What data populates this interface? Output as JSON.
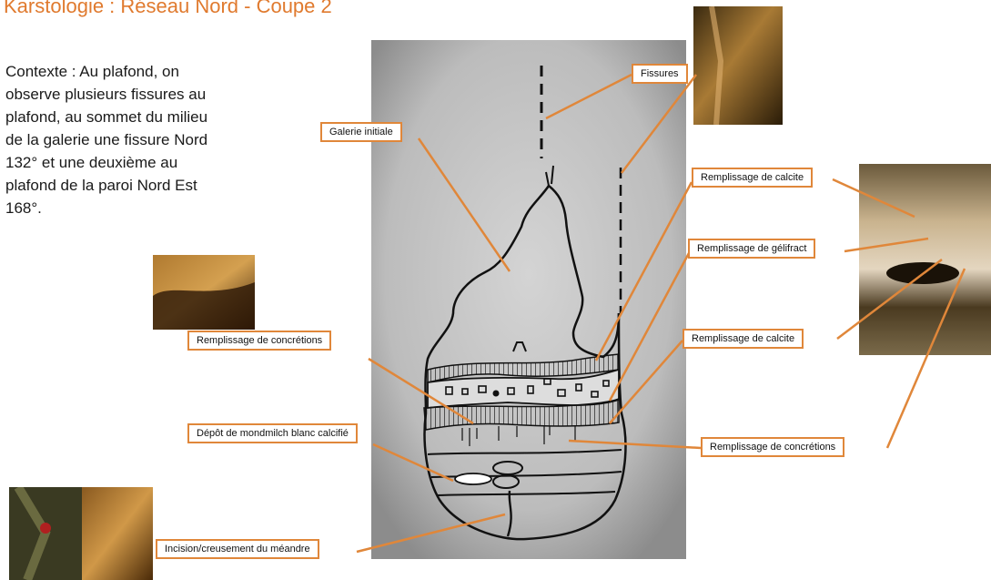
{
  "title": "Karstologie : Réseau Nord - Coupe 2",
  "context": "Contexte : Au plafond, on observe plusieurs fissures au plafond, au sommet du milieu de la galerie une fissure Nord 132° et une deuxième au plafond de la paroi Nord Est 168°.",
  "labels": {
    "fissures": "Fissures",
    "galerie_initiale": "Galerie initiale",
    "remplissage_calcite_1": "Remplissage de calcite",
    "remplissage_gelifract": "Remplissage de gélifract",
    "remplissage_calcite_2": "Remplissage de calcite",
    "remplissage_concretions_left": "Remplissage de concrétions",
    "remplissage_concretions_right": "Remplissage de concrétions",
    "depot_mondmilch": "Dépôt de mondmilch blanc calcifié",
    "incision": "Incision/creusement du méandre"
  },
  "colors": {
    "accent": "#e07a2e",
    "label_border": "#e0873a",
    "sketch_bg": "#8f8f8f"
  }
}
